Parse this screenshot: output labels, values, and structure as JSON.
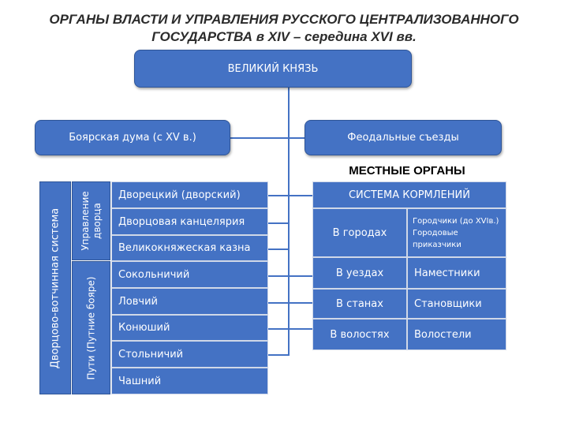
{
  "title": {
    "line1": "ОРГАНЫ ВЛАСТИ И УПРАВЛЕНИЯ РУССКОГО ЦЕНТРАЛИЗОВАННОГО",
    "line2": "ГОСУДАРСТВА в XIV – середина XVI вв."
  },
  "grand_prince": "ВЕЛИКИЙ КНЯЗЬ",
  "boyar_duma": "Боярская дума (с XV в.)",
  "feudal_congresses": "Феодальные съезды",
  "palace_system": {
    "label": "Дворцово-вотчинная система",
    "palace_admin_label": "Управление дворца",
    "boyar_paths_label": "Пути (Путние бояре)",
    "items": [
      "Дворецкий (дворский)",
      "Дворцовая канцелярия",
      "Великокняжеская казна",
      "Сокольничий",
      "Ловчий",
      "Конюший",
      "Стольничий",
      "Чашний"
    ]
  },
  "local": {
    "heading": "МЕСТНЫЕ ОРГАНЫ",
    "system_label": "СИСТЕМА КОРМЛЕНИЙ",
    "rows": [
      {
        "place": "В городах",
        "official": "Городчики (до XVIв.) Городовые приказчики"
      },
      {
        "place": "В уездах",
        "official": "Наместники"
      },
      {
        "place": "В станах",
        "official": "Становщики"
      },
      {
        "place": "В волостях",
        "official": "Волостели"
      }
    ]
  },
  "colors": {
    "fill": "#4472c4",
    "border": "#2f5597",
    "divider": "#d0d8e8"
  }
}
